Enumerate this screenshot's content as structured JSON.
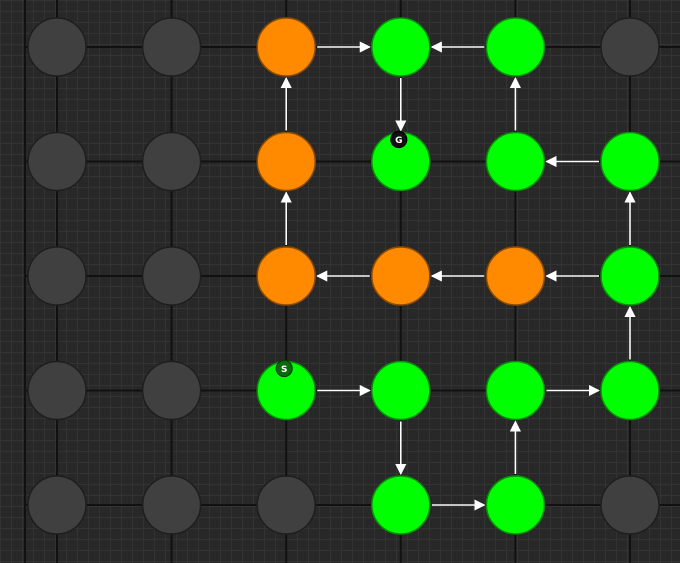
{
  "game": {
    "rows": 5,
    "cols": 6,
    "colors": {
      "inactive": "#404040",
      "inactive_border": "#1e1e1e",
      "path": "#00ff00",
      "path_border": "#0a8a0a",
      "explored": "#ff8a00",
      "explored_border": "#8a4a00",
      "edge": "#111111",
      "arrow": "#ffffff",
      "marker": "#111111"
    },
    "start": {
      "row": 3,
      "col": 2,
      "label": "S"
    },
    "goal": {
      "row": 1,
      "col": 3,
      "label": "G"
    },
    "nodes": [
      {
        "row": 0,
        "col": 0,
        "state": "inactive"
      },
      {
        "row": 0,
        "col": 1,
        "state": "inactive"
      },
      {
        "row": 0,
        "col": 2,
        "state": "explored"
      },
      {
        "row": 0,
        "col": 3,
        "state": "path"
      },
      {
        "row": 0,
        "col": 4,
        "state": "path"
      },
      {
        "row": 0,
        "col": 5,
        "state": "inactive"
      },
      {
        "row": 1,
        "col": 0,
        "state": "inactive"
      },
      {
        "row": 1,
        "col": 1,
        "state": "inactive"
      },
      {
        "row": 1,
        "col": 2,
        "state": "explored"
      },
      {
        "row": 1,
        "col": 3,
        "state": "path"
      },
      {
        "row": 1,
        "col": 4,
        "state": "path"
      },
      {
        "row": 1,
        "col": 5,
        "state": "path"
      },
      {
        "row": 2,
        "col": 0,
        "state": "inactive"
      },
      {
        "row": 2,
        "col": 1,
        "state": "inactive"
      },
      {
        "row": 2,
        "col": 2,
        "state": "explored"
      },
      {
        "row": 2,
        "col": 3,
        "state": "explored"
      },
      {
        "row": 2,
        "col": 4,
        "state": "explored"
      },
      {
        "row": 2,
        "col": 5,
        "state": "path"
      },
      {
        "row": 3,
        "col": 0,
        "state": "inactive"
      },
      {
        "row": 3,
        "col": 1,
        "state": "inactive"
      },
      {
        "row": 3,
        "col": 2,
        "state": "path"
      },
      {
        "row": 3,
        "col": 3,
        "state": "path"
      },
      {
        "row": 3,
        "col": 4,
        "state": "path"
      },
      {
        "row": 3,
        "col": 5,
        "state": "path"
      },
      {
        "row": 4,
        "col": 0,
        "state": "inactive"
      },
      {
        "row": 4,
        "col": 1,
        "state": "inactive"
      },
      {
        "row": 4,
        "col": 2,
        "state": "inactive"
      },
      {
        "row": 4,
        "col": 3,
        "state": "path"
      },
      {
        "row": 4,
        "col": 4,
        "state": "path"
      },
      {
        "row": 4,
        "col": 5,
        "state": "inactive"
      }
    ],
    "arrows": [
      {
        "from": [
          0,
          2
        ],
        "to": [
          0,
          3
        ]
      },
      {
        "from": [
          0,
          4
        ],
        "to": [
          0,
          3
        ]
      },
      {
        "from": [
          0,
          3
        ],
        "to": [
          1,
          3
        ]
      },
      {
        "from": [
          1,
          2
        ],
        "to": [
          0,
          2
        ]
      },
      {
        "from": [
          1,
          4
        ],
        "to": [
          0,
          4
        ]
      },
      {
        "from": [
          1,
          5
        ],
        "to": [
          1,
          4
        ]
      },
      {
        "from": [
          2,
          2
        ],
        "to": [
          1,
          2
        ]
      },
      {
        "from": [
          2,
          3
        ],
        "to": [
          2,
          2
        ]
      },
      {
        "from": [
          2,
          4
        ],
        "to": [
          2,
          3
        ]
      },
      {
        "from": [
          2,
          5
        ],
        "to": [
          2,
          4
        ]
      },
      {
        "from": [
          2,
          5
        ],
        "to": [
          1,
          5
        ]
      },
      {
        "from": [
          3,
          5
        ],
        "to": [
          2,
          5
        ]
      },
      {
        "from": [
          3,
          2
        ],
        "to": [
          3,
          3
        ]
      },
      {
        "from": [
          3,
          3
        ],
        "to": [
          4,
          3
        ]
      },
      {
        "from": [
          3,
          4
        ],
        "to": [
          3,
          5
        ]
      },
      {
        "from": [
          4,
          3
        ],
        "to": [
          4,
          4
        ]
      },
      {
        "from": [
          4,
          4
        ],
        "to": [
          3,
          4
        ]
      }
    ]
  }
}
